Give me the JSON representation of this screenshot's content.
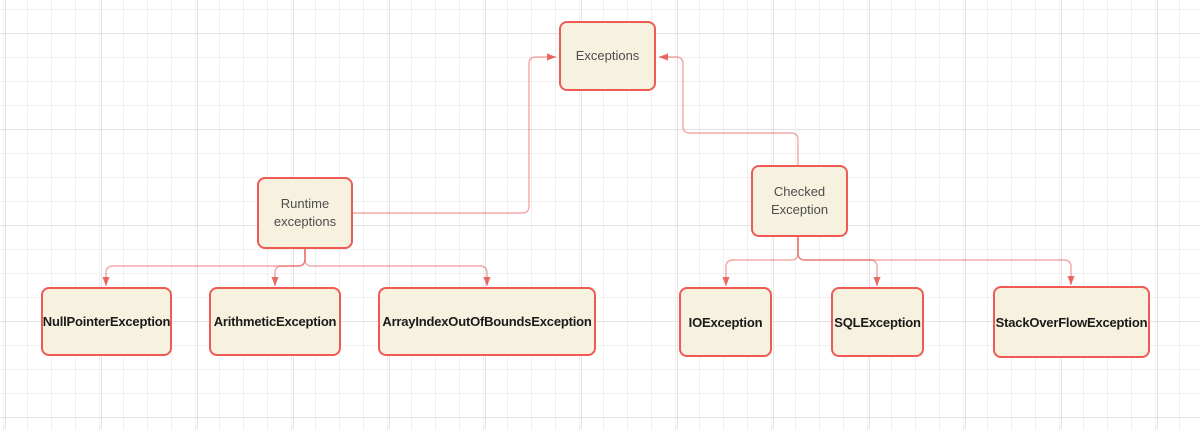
{
  "canvas": {
    "background_color": "#ffffff",
    "grid_minor_color": "#f0f0f0",
    "grid_major_color": "#e3e3e3"
  },
  "style": {
    "node_fill_color": "#f6f2df",
    "node_border_color": "#ef5a55",
    "edge_line_color": "#f4a9a7",
    "arrowhead_color": "#e8534e",
    "parent_text_color": "#4d4d4d",
    "leaf_text_color": "#1a1a1a"
  },
  "nodes": {
    "exceptions": {
      "label": "Exceptions"
    },
    "runtime": {
      "label": "Runtime exceptions"
    },
    "checked": {
      "label": "Checked Exception"
    },
    "null_pointer": {
      "label": "NullPointerException"
    },
    "arithmetic": {
      "label": "ArithmeticException"
    },
    "array_index": {
      "label": "ArrayIndexOutOfBoundsException"
    },
    "io": {
      "label": "IOException"
    },
    "sql": {
      "label": "SQLException"
    },
    "stack_overflow": {
      "label": "StackOverFlowException"
    }
  },
  "edges": [
    {
      "from": "runtime",
      "to": "exceptions"
    },
    {
      "from": "checked",
      "to": "exceptions"
    },
    {
      "from": "runtime",
      "to": "null_pointer"
    },
    {
      "from": "runtime",
      "to": "arithmetic"
    },
    {
      "from": "runtime",
      "to": "array_index"
    },
    {
      "from": "checked",
      "to": "io"
    },
    {
      "from": "checked",
      "to": "sql"
    },
    {
      "from": "checked",
      "to": "stack_overflow"
    }
  ]
}
